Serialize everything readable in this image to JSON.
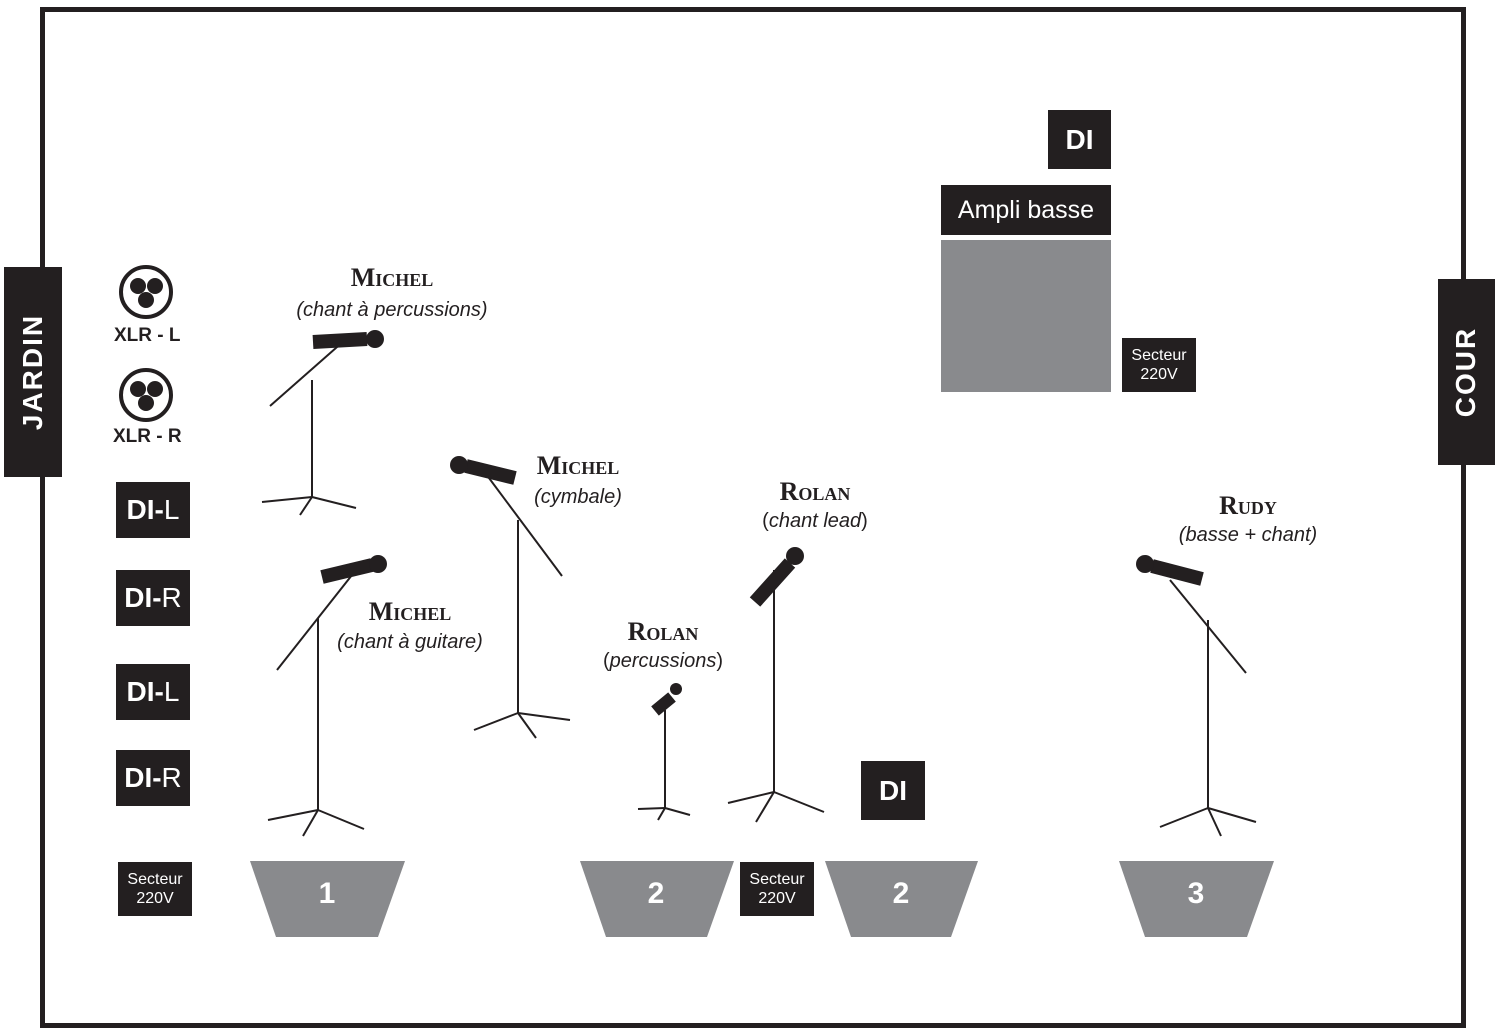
{
  "sides": {
    "left": "JARDIN",
    "right": "COUR"
  },
  "connectors": [
    {
      "label": "XLR - L",
      "icon": "xlr-icon"
    },
    {
      "label": "XLR - R",
      "icon": "xlr-icon"
    }
  ],
  "di_boxes": [
    {
      "bold": "DI-",
      "suffix": "L"
    },
    {
      "bold": "DI-",
      "suffix": "R"
    },
    {
      "bold": "DI-",
      "suffix": "L"
    },
    {
      "bold": "DI-",
      "suffix": "R"
    }
  ],
  "power": {
    "line1": "Secteur",
    "line2": "220V"
  },
  "di_single": "DI",
  "ampli": {
    "label": "Ampli basse",
    "color": "#898a8d"
  },
  "performers": {
    "michel_perc": {
      "name": "Michel",
      "role": "(chant à percussions)"
    },
    "michel_cymb": {
      "name": "Michel",
      "role": "(cymbale)"
    },
    "michel_guit": {
      "name": "Michel",
      "role": "(chant à guitare)"
    },
    "rolan_lead": {
      "name": "Rolan",
      "role_open": "(",
      "role": "chant lead",
      "role_close": ")"
    },
    "rolan_perc": {
      "name": "Rolan",
      "role_open": "(",
      "role": "percussions",
      "role_close": ")"
    },
    "rudy": {
      "name": "Rudy",
      "role": "(basse + chant)"
    }
  },
  "monitors": [
    "1",
    "2",
    "2",
    "3"
  ],
  "colors": {
    "ink": "#231f20",
    "wedge": "#898a8d"
  }
}
